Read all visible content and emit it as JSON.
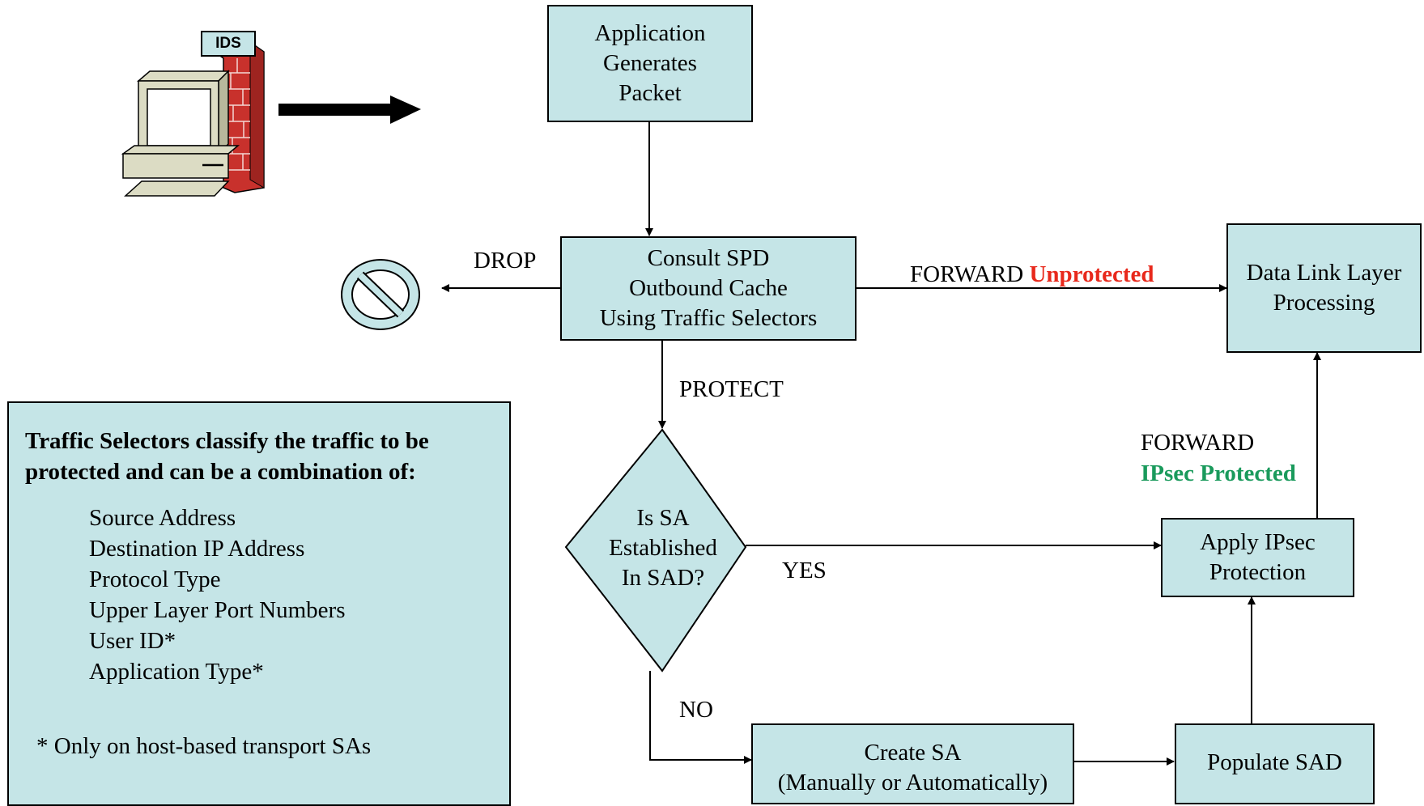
{
  "nodes": {
    "app": [
      "Application",
      "Generates",
      "Packet"
    ],
    "spd": [
      "Consult SPD",
      "Outbound Cache",
      "Using Traffic Selectors"
    ],
    "datalink": [
      "Data Link Layer",
      "Processing"
    ],
    "decision": [
      "Is SA",
      "Established",
      "In SAD?"
    ],
    "apply": [
      "Apply IPsec",
      "Protection"
    ],
    "create": [
      "Create SA",
      "(Manually or Automatically)"
    ],
    "populate": "Populate SAD"
  },
  "labels": {
    "drop": "DROP",
    "forward_unprot_prefix": "FORWARD",
    "forward_unprot_highlight": "Unprotected",
    "protect": "PROTECT",
    "forward_prot_prefix": "FORWARD",
    "forward_prot_highlight": "IPsec Protected",
    "yes": "YES",
    "no": "NO"
  },
  "firewall": {
    "badge": "IDS"
  },
  "selectors": {
    "heading_line1": "Traffic Selectors classify the traffic to be",
    "heading_line2": "protected and can be a combination of:",
    "items": [
      "Source Address",
      "Destination IP Address",
      "Protocol Type",
      "Upper Layer Port Numbers",
      "User ID*",
      "Application Type*"
    ],
    "footnote": "* Only on host-based transport SAs"
  },
  "colors": {
    "box_fill": "#c5e5e7",
    "unprotected": "#e8291c",
    "protected": "#1a9a5c",
    "brick": "#c8312c"
  }
}
